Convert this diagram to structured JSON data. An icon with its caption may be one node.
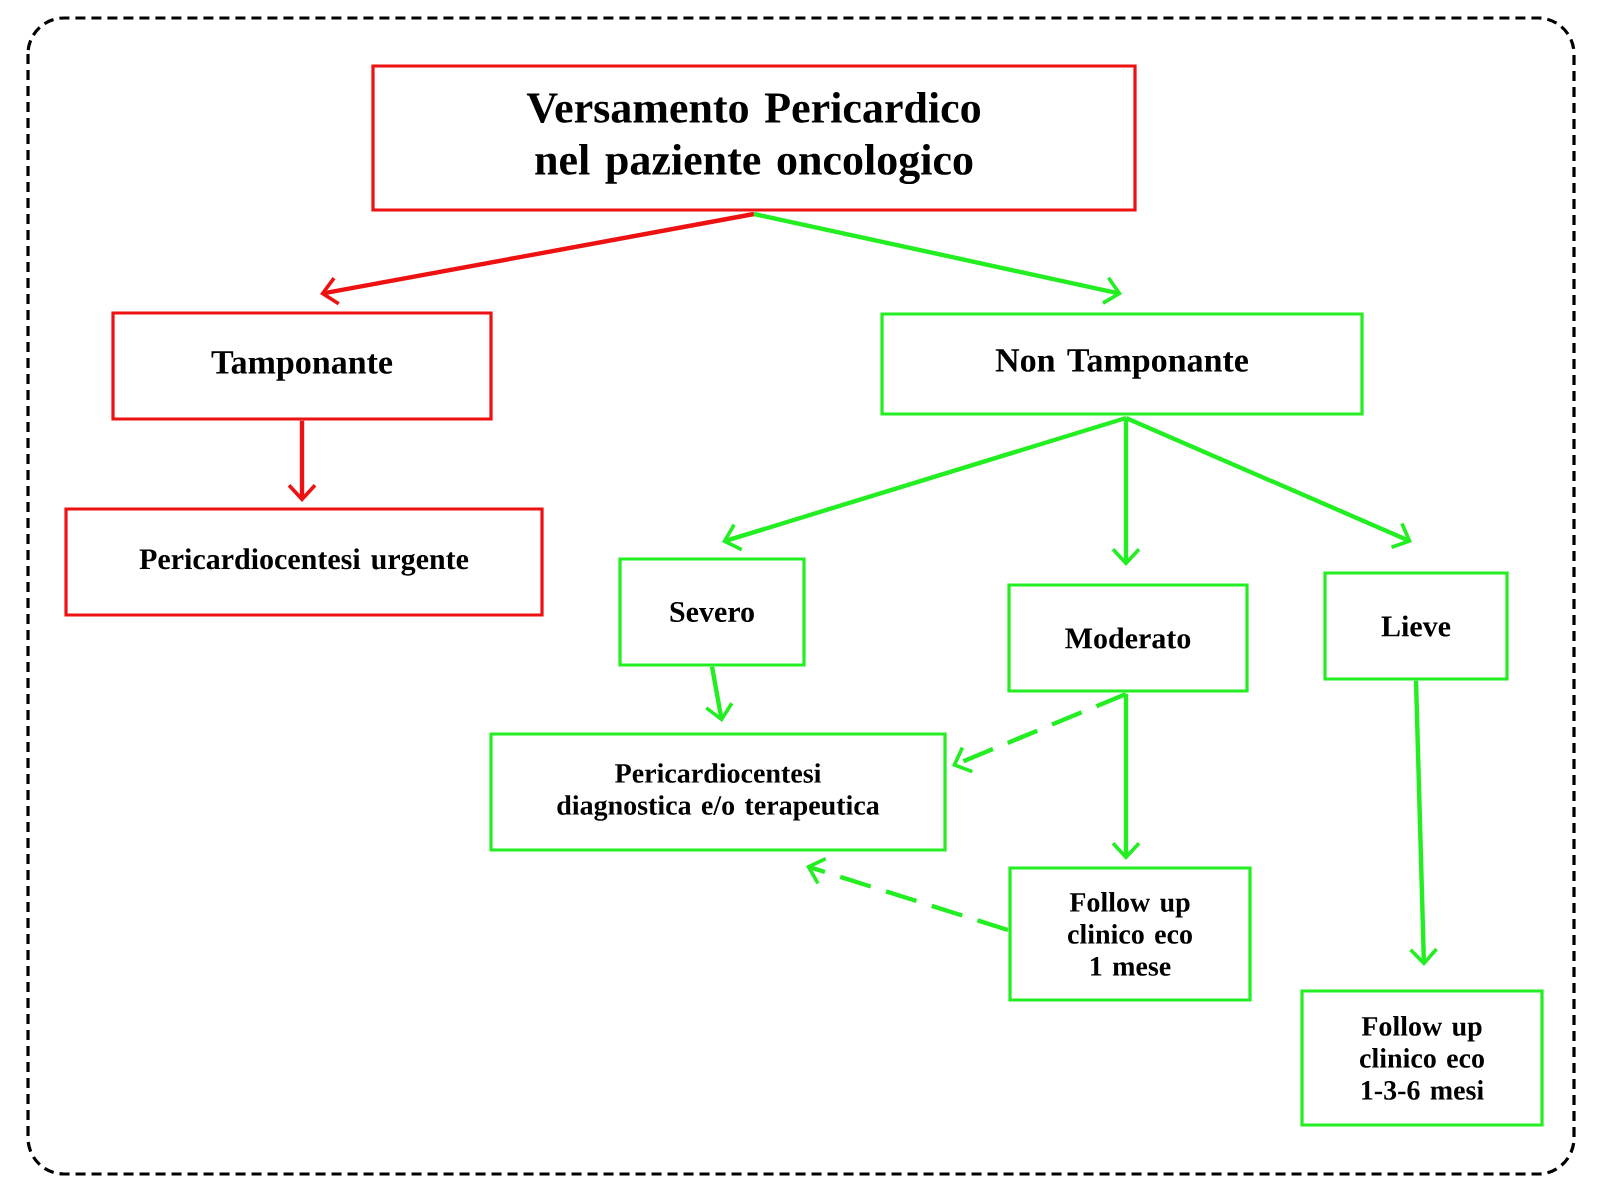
{
  "diagram": {
    "nodes": [
      {
        "text": [
          "Versamento Pericardico nel paziente oncologico"
        ]
      },
      {
        "text": [
          "Tamponante"
        ]
      },
      {
        "text": [
          "Non Tamponante"
        ]
      },
      {
        "text": [
          "Pericardiocentesi urgente"
        ]
      },
      {
        "text": [
          "Severo"
        ]
      },
      {
        "text": [
          "Moderato"
        ]
      },
      {
        "text": [
          "Lieve"
        ]
      },
      {
        "text": [
          "Pericardiocentesi diagnostica e/o terapeutica"
        ]
      },
      {
        "text": [
          "Follow up clinico eco 1 mese"
        ]
      },
      {
        "text": [
          "Follow up clinico eco 1-3-6 mesi"
        ]
      }
    ],
    "edges": [
      {
        "from": 0,
        "to": 1,
        "arrow": "to",
        "color": "#ee1111"
      },
      {
        "from": 0,
        "to": 2,
        "arrow": "to"
      },
      {
        "from": 1,
        "to": 3,
        "arrow": "to",
        "color": "#ee1111"
      },
      {
        "from": 2,
        "to": 4,
        "arrow": "to"
      },
      {
        "from": 2,
        "to": 5,
        "arrow": "to"
      },
      {
        "from": 2,
        "to": 6,
        "arrow": "to"
      },
      {
        "from": 4,
        "to": 7,
        "arrow": "to"
      },
      {
        "from": 5,
        "to": 7,
        "arrow": "to",
        "style": "dashed"
      },
      {
        "from": 5,
        "to": 8,
        "arrow": "to"
      },
      {
        "from": 8,
        "to": 7,
        "arrow": "to",
        "style": "dashed"
      },
      {
        "from": 6,
        "to": 9,
        "arrow": "to"
      }
    ]
  }
}
